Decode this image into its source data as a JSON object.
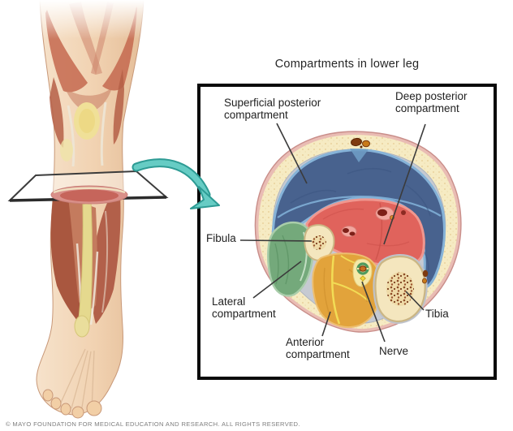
{
  "title": "Compartments in lower leg",
  "copyright": "© MAYO FOUNDATION FOR MEDICAL EDUCATION AND RESEARCH. ALL RIGHTS RESERVED.",
  "labels": {
    "superficial_posterior": "Superficial posterior compartment",
    "deep_posterior": "Deep posterior compartment",
    "fibula": "Fibula",
    "lateral_compartment": "Lateral compartment",
    "anterior_compartment": "Anterior compartment",
    "nerve": "Nerve",
    "tibia": "Tibia"
  },
  "colors": {
    "superficial_posterior_fill": "#48628E",
    "deep_posterior_fill": "#E0635C",
    "lateral_fill": "#74A97B",
    "anterior_fill": "#E2A33B",
    "bone_fill": "#F4E6BE",
    "fat_fill": "#F6EBC3",
    "fascia_fill": "#C6CAD2",
    "skin_ring": "#E9BCB4",
    "arrow_fill": "#66CCC4",
    "vessel_dark": "#7E2018",
    "nerve_yellow": "#F2D93F"
  }
}
